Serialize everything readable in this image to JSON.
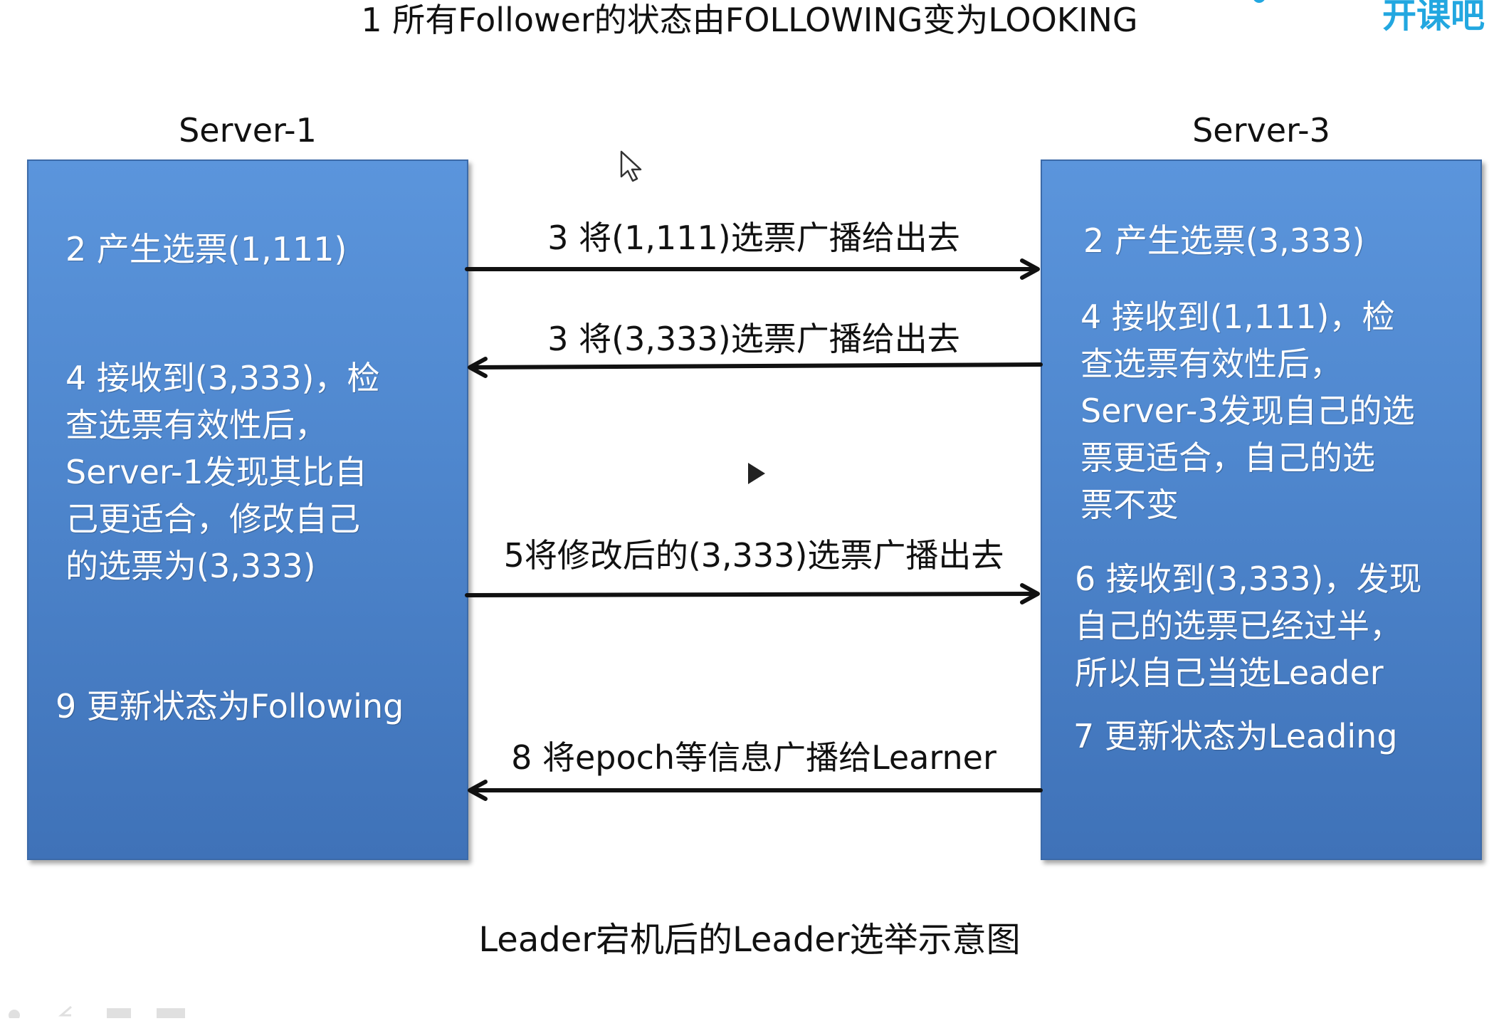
{
  "title": "1 所有Follower的状态由FOLLOWING变为LOOKING",
  "brand": "开课吧",
  "server1": {
    "label": "Server-1",
    "step2": "2 产生选票(1,111)",
    "step4": "4 接收到(3,333)，检\n查选票有效性后，\nServer-1发现其比自\n己更适合，修改自己\n的选票为(3,333)",
    "step9": "9 更新状态为Following"
  },
  "server3": {
    "label": "Server-3",
    "step2": "2 产生选票(3,333)",
    "step4": "4 接收到(1,111)，检\n查选票有效性后，\nServer-3发现自己的选\n票更适合，自己的选\n票不变",
    "step6": "6 接收到(3,333)，发现\n自己的选票已经过半，\n所以自己当选Leader",
    "step7": "7 更新状态为Leading"
  },
  "arrows": [
    {
      "label": "3 将(1,111)选票广播给出去",
      "direction": "right"
    },
    {
      "label": "3 将(3,333)选票广播给出去",
      "direction": "left"
    },
    {
      "label": "5将修改后的(3,333)选票广播出去",
      "direction": "right"
    },
    {
      "label": "8 将epoch等信息广播给Learner",
      "direction": "left"
    }
  ],
  "caption": "Leader宕机后的Leader选举示意图",
  "colors": {
    "box_fill": "#4e86cd",
    "box_border": "#3c6aa8",
    "box_text": "#ffffff",
    "arrow": "#111111",
    "brand": "#22a7e0"
  }
}
